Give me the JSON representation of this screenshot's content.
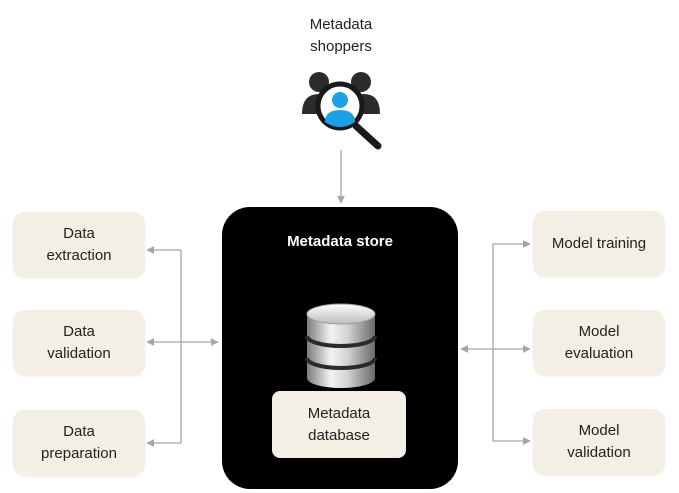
{
  "shoppers": {
    "label": "Metadata\nshoppers",
    "icon": "user-search-icon"
  },
  "store": {
    "title": "Metadata store",
    "database_label": "Metadata\ndatabase",
    "db_icon": "database-icon"
  },
  "left_steps": [
    {
      "label": "Data\nextraction"
    },
    {
      "label": "Data\nvalidation"
    },
    {
      "label": "Data\npreparation"
    }
  ],
  "right_steps": [
    {
      "label": "Model training"
    },
    {
      "label": "Model\nevaluation"
    },
    {
      "label": "Model\nvalidation"
    }
  ],
  "colors": {
    "box_fill": "#f4efe5",
    "store_fill": "#000000",
    "accent_blue": "#1ea0e6",
    "connector": "#a6a6a6"
  }
}
